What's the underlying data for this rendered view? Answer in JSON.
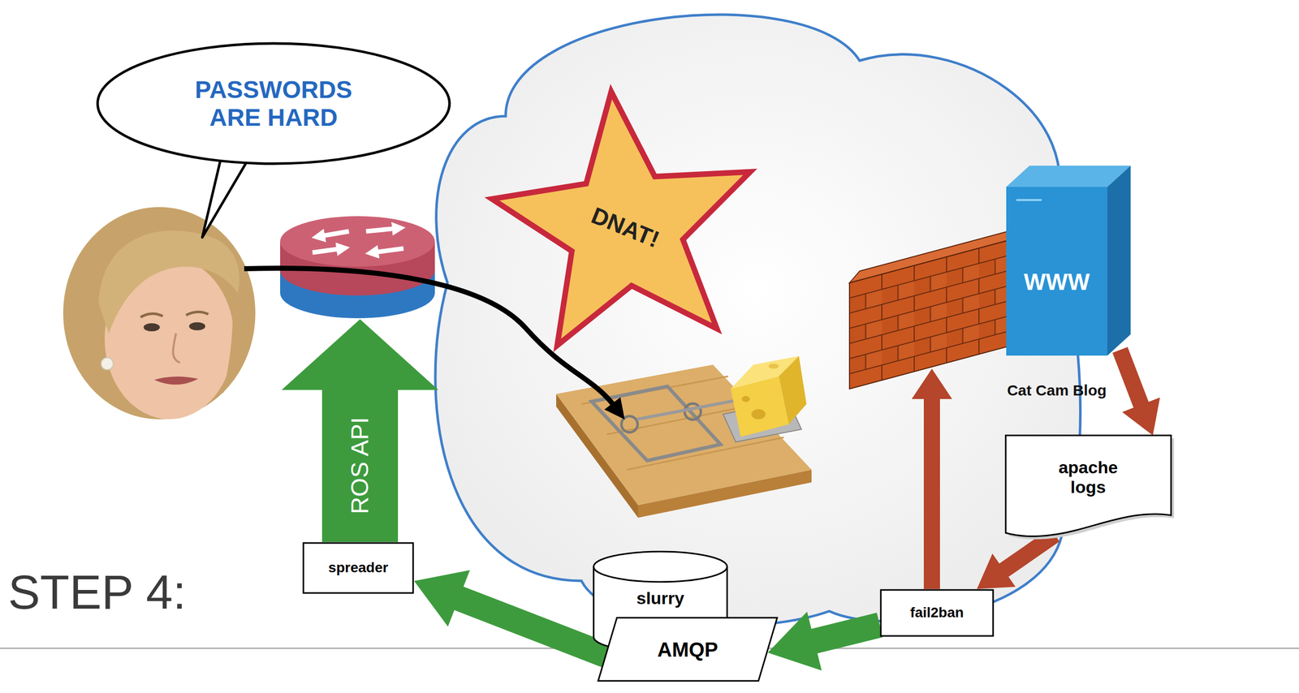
{
  "diagram": {
    "nodes": [
      {
        "text": [
          "PASSWORDS ARE HARD"
        ]
      },
      {
        "text": [
          "DNAT!"
        ]
      },
      {
        "text": [
          "WWW",
          "Cat Cam Blog"
        ]
      },
      {
        "text": [
          "apache logs"
        ]
      },
      {
        "text": [
          "spreader"
        ]
      },
      {
        "text": [
          "slurry"
        ]
      },
      {
        "text": [
          "AMQP"
        ]
      },
      {
        "text": [
          "fail2ban"
        ]
      }
    ],
    "edges": [
      {
        "from": 2,
        "to": 3,
        "arrow": "to"
      },
      {
        "from": 3,
        "to": 7,
        "arrow": "to"
      },
      {
        "from": 7,
        "to": 6,
        "arrow": "to"
      },
      {
        "from": 6,
        "to": 4,
        "arrow": "to"
      }
    ],
    "labels": [
      "ROS API",
      "STEP 4:"
    ]
  }
}
